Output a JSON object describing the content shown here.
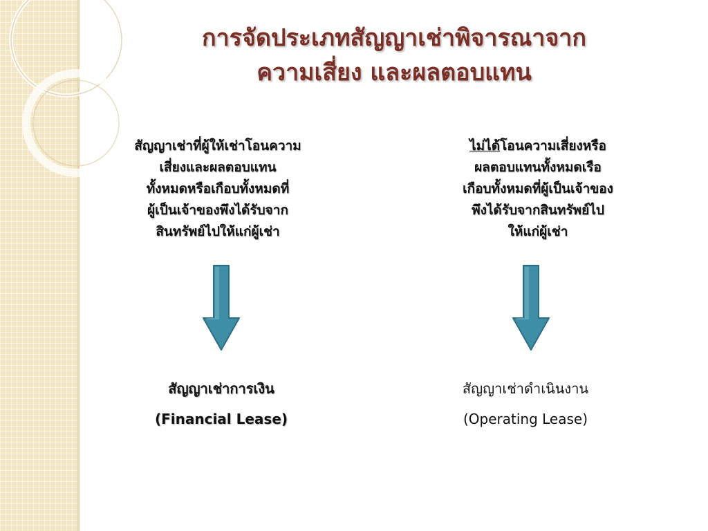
{
  "title": {
    "line1": "การจัดประเภทสัญญาเช่าพิจารณาจาก",
    "line2": "ความเสี่ยง และผลตอบแทน"
  },
  "left": {
    "lines": [
      "สัญญาเช่าที่ผู้ให้เช่าโอนความ",
      "เสี่ยงและผลตอบแทน",
      "ทั้งหมดหรือเกือบทั้งหมดที่",
      "ผู้เป็นเจ้าของพึงได้รับจาก",
      "สินทรัพย์ไปให้แก่ผู้เช่า"
    ],
    "result_th": "สัญญาเช่าการเงิน",
    "result_en": "(Financial Lease)"
  },
  "right": {
    "line1_underlined": "ไม่ได้",
    "line1_rest": "โอนความเสี่ยงหรือ",
    "lines": [
      "ผลตอบแทนทั้งหมดเรือ",
      "เกือบทั้งหมดที่ผู้เป็นเจ้าของ",
      "พึงได้รับจากสินทรัพย์ไป",
      "ให้แก่ผู้เช่า"
    ],
    "result_th": "สัญญาเช่าดำเนินงาน",
    "result_en": "(Operating Lease)"
  },
  "colors": {
    "title": "#7a2e24",
    "arrow_fill": "#3e8fa6",
    "arrow_stroke": "#2c6e80",
    "side_strip": "#f3e6c4"
  }
}
